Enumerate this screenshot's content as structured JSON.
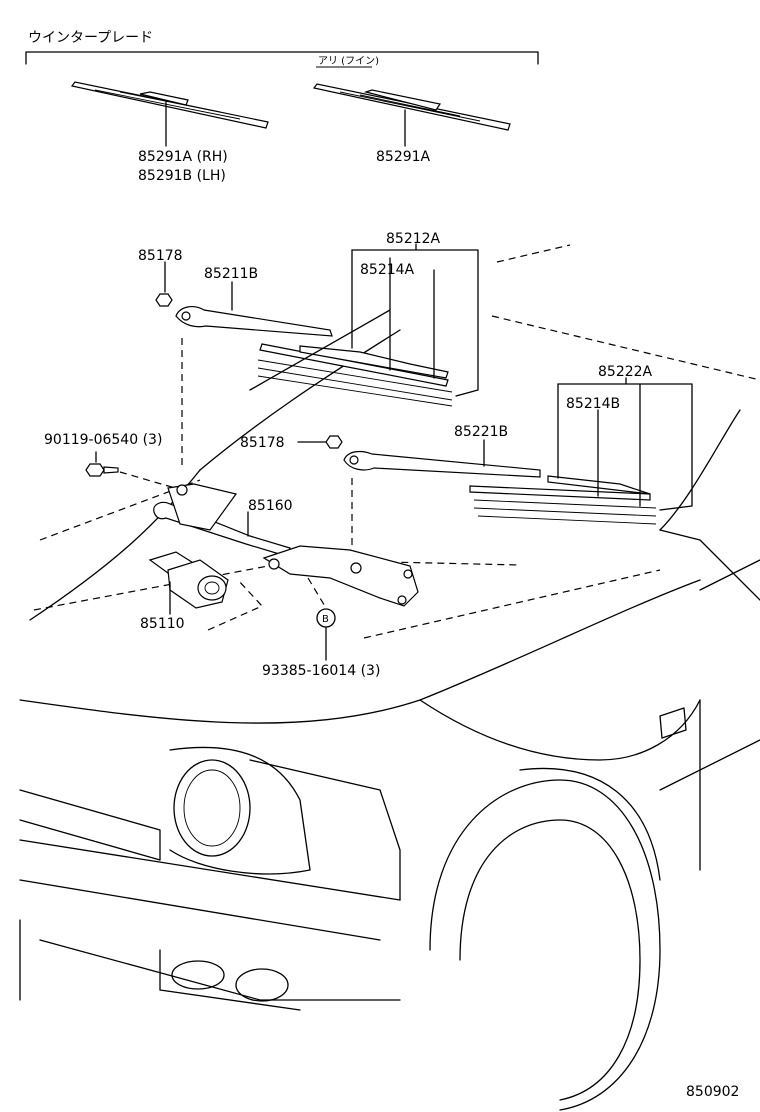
{
  "header": {
    "title": "ウインタープレード",
    "variant": "アリ (フイン)"
  },
  "parts": {
    "blade_rh": "85291A (RH)",
    "blade_lh": "85291B (LH)",
    "blade_variant": "85291A",
    "blade_assy_rh": "85212A",
    "rubber_rh": "85214A",
    "nut_top": "85178",
    "arm_rh": "85211B",
    "blade_assy_lh": "85222A",
    "rubber_lh": "85214B",
    "nut_mid": "85178",
    "arm_lh": "85221B",
    "bolt": "90119-06540 (3)",
    "link": "85160",
    "motor": "85110",
    "callout_b": "B",
    "screw": "93385-16014 (3)"
  },
  "footer": {
    "diagram_code": "850902"
  },
  "colors": {
    "line": "#000000",
    "background": "#ffffff"
  }
}
